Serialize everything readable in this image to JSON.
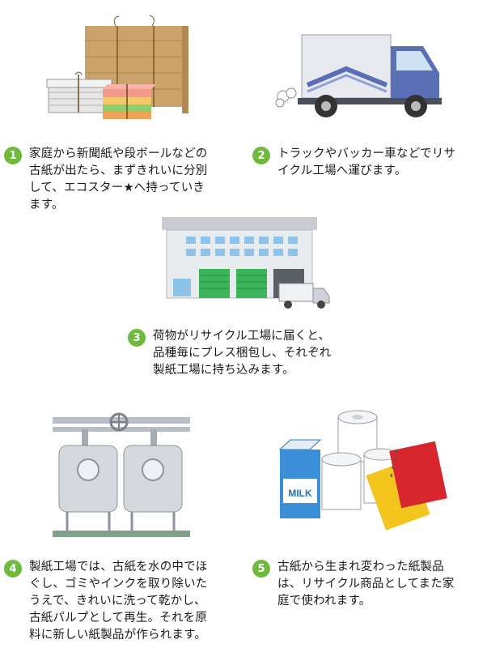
{
  "steps": [
    {
      "num": "1",
      "lines": [
        "家庭から新聞紙や段ボールなどの",
        "古紙が出たら、まずきれいに分別",
        "して、エコスター★へ持っていき",
        "ます。"
      ]
    },
    {
      "num": "2",
      "lines": [
        "トラックやバッカー車などでリサ",
        "イクル工場へ運びます。"
      ]
    },
    {
      "num": "3",
      "lines": [
        "荷物がリサイクル工場に届くと、",
        "品種毎にプレス梱包し、それぞれ",
        "製紙工場に持ち込みます。"
      ]
    },
    {
      "num": "4",
      "lines": [
        "製紙工場では、古紙を水の中でほ",
        "ぐし、ゴミやインクを取り除いた",
        "うえで、きれいに洗って乾かし、",
        "古紙パルプとして再生。それを原",
        "料に新しい紙製品が作られます。"
      ]
    },
    {
      "num": "5",
      "lines": [
        "古紙から生まれ変わった紙製品",
        "は、リサイクル商品としてまた家",
        "庭で使われます。"
      ]
    }
  ],
  "milk_label": "MILK",
  "colors": {
    "badge": "#6fb93f",
    "truck_cab": "#5a6fb5",
    "factory_door": "#3bb55a",
    "milk_blue": "#3a8fd6",
    "notebook_red": "#d8262e",
    "notebook_yellow": "#f4c51c"
  }
}
